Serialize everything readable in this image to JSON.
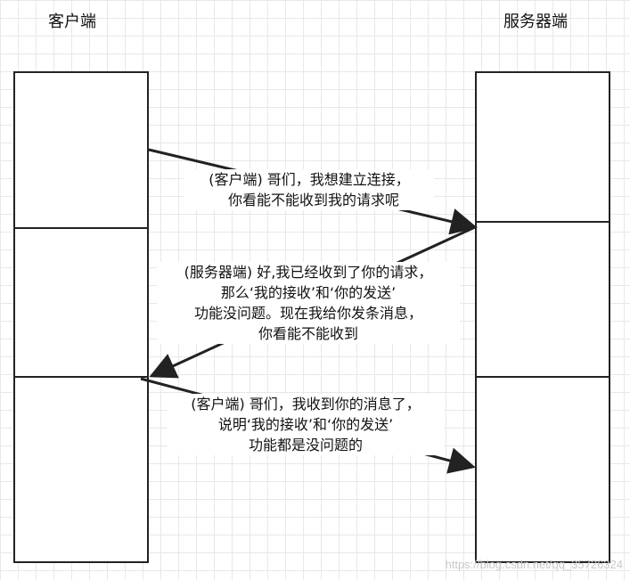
{
  "titles": {
    "client": "客户端",
    "server": "服务器端"
  },
  "messages": {
    "step1": [
      "(客户端) 哥们，我想建立连接，",
      "你看能不能收到我的请求呢"
    ],
    "step2": [
      "(服务器端) 好,我已经收到了你的请求，",
      "那么‘我的接收’和‘你的发送’",
      "功能没问题。现在我给你发条消息，",
      "你看能不能收到"
    ],
    "step3": [
      "(客户端) 哥们，我收到你的消息了，",
      "说明‘我的接收’和‘你的发送’",
      "功能都是没问题的"
    ]
  },
  "watermark": "https://blog.csdn.net/qq_35726324"
}
